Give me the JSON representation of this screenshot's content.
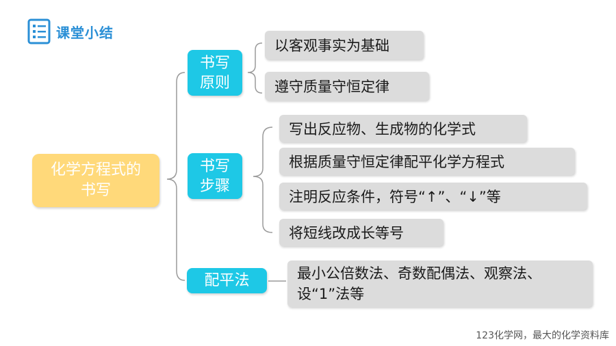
{
  "header": {
    "title": "课堂小结",
    "icon": "checklist-icon",
    "accent_color": "#2a8fd6"
  },
  "root": {
    "line1": "化学方程式的",
    "line2": "书写"
  },
  "branches": [
    {
      "line1": "书写",
      "line2": "原则",
      "items": [
        "以客观事实为基础",
        "遵守质量守恒定律"
      ]
    },
    {
      "line1": "书写",
      "line2": "步骤",
      "items": [
        "写出反应物、生成物的化学式",
        "根据质量守恒定律配平化学方程式",
        "注明反应条件，符号“↑”、“↓”等",
        "将短线改成长等号"
      ]
    },
    {
      "label": "配平法",
      "item_line1": "最小公倍数法、奇数配偶法、观察法、",
      "item_line2": "设“1”法等"
    }
  ],
  "colors": {
    "root": "#ffd97a",
    "branch": "#1ec8e6",
    "leaf": "#dcdcdc"
  },
  "footer": "123化学网，最大的化学资料库"
}
